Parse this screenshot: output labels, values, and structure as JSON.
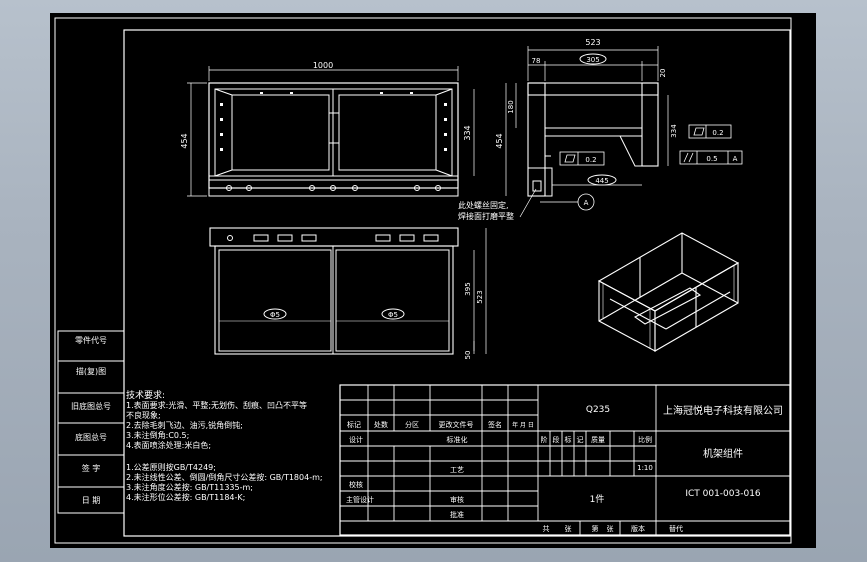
{
  "dims": {
    "front_width": "1000",
    "front_height": "454",
    "front_inner": "334",
    "side_width": "523",
    "side_top": "305",
    "side_left": "78",
    "side_right": "20",
    "side_height": "454",
    "side_h2": "180",
    "side_h3": "334",
    "side_bottom": "445",
    "plan_h1": "395",
    "plan_h2": "523",
    "plan_h3": "50",
    "plan_bubble_left": "Φ5",
    "plan_bubble_right": "Φ5",
    "tol_1_value": "0.2",
    "tol_2_value": "0.2",
    "tol_3_value": "0.5",
    "tol_3_datum": "A",
    "datum_label": "A"
  },
  "annotation": {
    "line1": "此处螺丝固定,",
    "line2": "焊接面打磨平整"
  },
  "left_block": {
    "cells": [
      "零件代号",
      "旧底图总号",
      "底图总号",
      "签  字",
      "日  期"
    ],
    "extra": "描(复)图"
  },
  "tech": {
    "heading": "技术要求:",
    "lines": [
      "1.表面要求:光滑、平整;无划伤、刮痕、凹凸不平等",
      "   不良现象;",
      "2.去除毛刺飞边、油污,锐角倒钝;",
      "3.未注倒角:C0.5;",
      "4.表面喷涂处理:米白色;",
      "",
      "1.公差原则按GB/T4249;",
      "2.未注线性公差、倒圆/倒角尺寸公差按: GB/T1804-m;",
      "3.未注角度公差按: GB/T11335-m;",
      "4.未注形位公差按: GB/T1184-K;"
    ]
  },
  "title_block": {
    "material": "Q235",
    "company": "上海冠悦电子科技有限公司",
    "name": "机架组件",
    "quantity": "1件",
    "drawing_no": "ICT 001-003-016",
    "scale": "1:10",
    "rev_headers": [
      "标记",
      "处数",
      "分区",
      "更改文件号",
      "签名",
      "年 月 日"
    ],
    "roles": [
      "设计",
      "校核",
      "主管设计"
    ],
    "roles2": [
      "标准化",
      "工艺",
      "审核",
      "批准"
    ],
    "stage_headers": [
      "阶",
      "段",
      "标",
      "记",
      "质量",
      "比例"
    ],
    "bottom_row": [
      "共",
      "张",
      "第",
      "张",
      "版本",
      "替代"
    ]
  }
}
